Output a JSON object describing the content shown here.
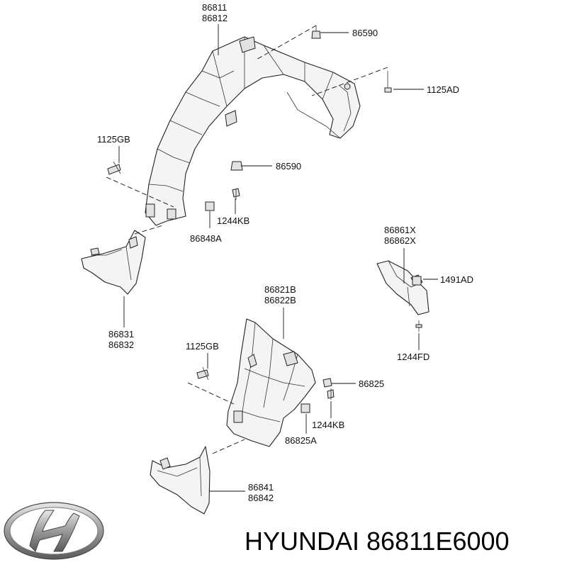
{
  "labels": {
    "fender_liner_front": [
      "86811",
      "86812"
    ],
    "clip_top": "86590",
    "bolt_top_right": "1125AD",
    "bolt_left_upper": "1125GB",
    "clip_mid": "86590",
    "screw_upper": "1244KB",
    "nut_upper": "86848A",
    "mud_guard_front": [
      "86831",
      "86832"
    ],
    "bracket": [
      "86861X",
      "86862X"
    ],
    "clip_bracket": "1491AD",
    "screw_bracket": "1244FD",
    "fender_liner_rear": [
      "86821B",
      "86822B"
    ],
    "bolt_left_lower": "1125GB",
    "clip_lower": "86825",
    "screw_lower": "1244KB",
    "nut_lower": "86825A",
    "mud_guard_rear": [
      "86841",
      "86842"
    ]
  },
  "brand": {
    "title": "HYUNDAI 86811E6000"
  }
}
